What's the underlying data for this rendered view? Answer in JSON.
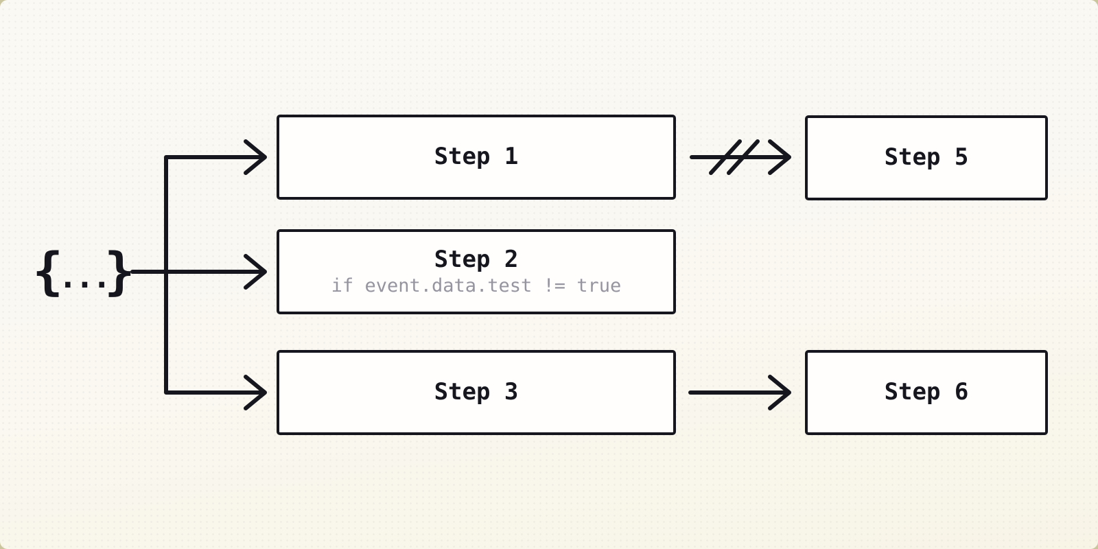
{
  "diagram": {
    "description": "Event fan-out workflow diagram",
    "event_symbol": {
      "open": "{",
      "dots": "...",
      "close": "}"
    },
    "steps": [
      {
        "id": "step-1",
        "label": "Step 1"
      },
      {
        "id": "step-2",
        "label": "Step 2",
        "condition": "if event.data.test != true"
      },
      {
        "id": "step-3",
        "label": "Step 3"
      },
      {
        "id": "step-5",
        "label": "Step 5"
      },
      {
        "id": "step-6",
        "label": "Step 6"
      }
    ],
    "edges": [
      {
        "from": "event",
        "to": "step-1",
        "status": "normal"
      },
      {
        "from": "event",
        "to": "step-2",
        "status": "normal"
      },
      {
        "from": "event",
        "to": "step-3",
        "status": "normal"
      },
      {
        "from": "step-1",
        "to": "step-5",
        "status": "cancelled"
      },
      {
        "from": "step-3",
        "to": "step-6",
        "status": "normal"
      }
    ],
    "colors": {
      "ink": "#16161e",
      "node_fill": "#fffefc",
      "muted_text": "#95949f",
      "background": "#faf8f1",
      "frame": "#cbc59e"
    }
  }
}
